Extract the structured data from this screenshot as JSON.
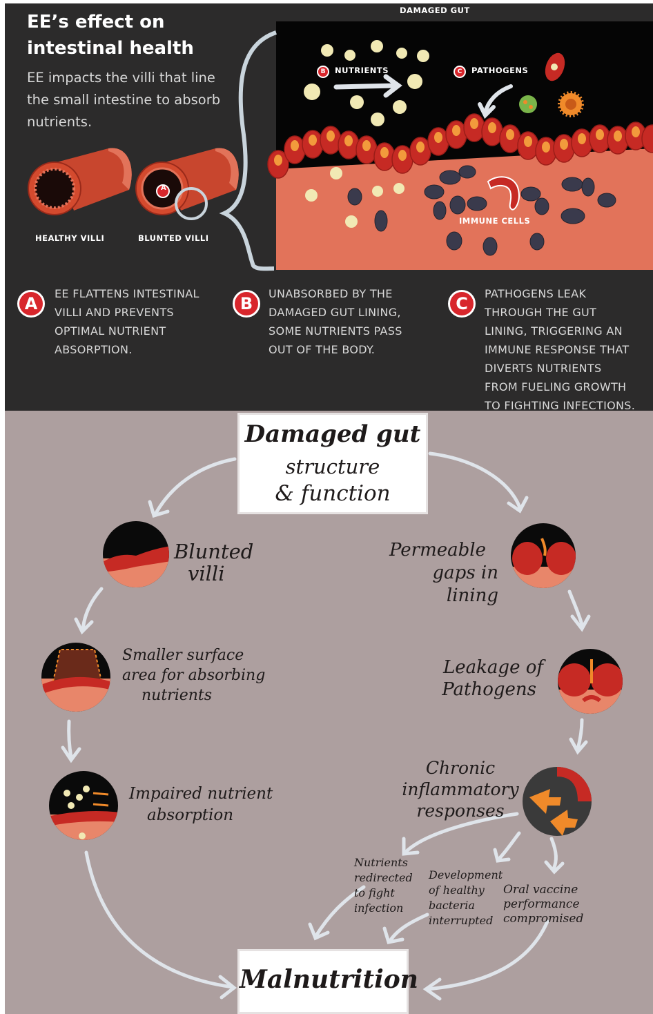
{
  "top": {
    "title_line1": "EE’s effect on",
    "title_line2": "intestinal health",
    "subtitle": "EE impacts the villi that line the small intestine to absorb nutrients.",
    "label_healthy": "HEALTHY VILLI",
    "label_blunted": "BLUNTED VILLI",
    "label_damaged_gut": "DAMAGED GUT",
    "label_nutrients": "NUTRIENTS",
    "label_pathogens": "PATHOGENS",
    "label_immune_cells": "IMMUNE CELLS",
    "marker_a": "A",
    "marker_b": "B",
    "marker_c": "C",
    "explanations": [
      {
        "letter": "A",
        "lines": [
          "EE FLATTENS INTESTINAL",
          "VILLI AND PREVENTS",
          "OPTIMAL NUTRIENT",
          "ABSORPTION."
        ]
      },
      {
        "letter": "B",
        "lines": [
          "UNABSORBED BY THE",
          "DAMAGED GUT LINING,",
          "SOME NUTRIENTS PASS",
          "OUT OF THE BODY."
        ]
      },
      {
        "letter": "C",
        "lines": [
          "PATHOGENS LEAK",
          "THROUGH THE GUT",
          "LINING, TRIGGERING AN",
          "IMMUNE RESPONSE THAT",
          "DIVERTS NUTRIENTS",
          "FROM FUELING GROWTH",
          "TO FIGHTING INFECTIONS."
        ]
      }
    ]
  },
  "bottom": {
    "start_line1": "Damaged gut",
    "start_line2": "structure",
    "start_line3": "& function",
    "left_steps": [
      {
        "lines": [
          "Blunted",
          "villi"
        ]
      },
      {
        "lines": [
          "Smaller surface",
          "area for absorbing",
          "nutrients"
        ]
      },
      {
        "lines": [
          "Impaired nutrient",
          "absorption"
        ]
      }
    ],
    "right_steps": [
      {
        "lines": [
          "Permeable",
          "gaps in lining"
        ]
      },
      {
        "lines": [
          "Leakage of",
          "Pathogens"
        ]
      },
      {
        "lines": [
          "Chronic",
          "inflammatory",
          "responses"
        ]
      }
    ],
    "consequences": [
      {
        "lines": [
          "Nutrients",
          "redirected",
          "to fight",
          "infection"
        ]
      },
      {
        "lines": [
          "Development",
          "of healthy",
          "bacteria",
          "interrupted"
        ]
      },
      {
        "lines": [
          "Oral vaccine",
          "performance",
          "compromised"
        ]
      }
    ],
    "end_label": "Malnutrition"
  },
  "colors": {
    "dark_bg": "#2c2b2b",
    "mauve_bg": "#ad9f9f",
    "badge_red": "#d8262c",
    "tissue_orange": "#e2735a",
    "villi_red": "#c62a24",
    "nutrient_yellow": "#f1e9b4",
    "immune_cell": "#3a3a4c",
    "pathogen_green": "#7ab44a",
    "pathogen_orange": "#f08a2a",
    "arrow_light": "#dfe4ea"
  },
  "icons": [
    "healthy-villi-tube-icon",
    "blunted-villi-tube-icon",
    "nutrient-dot-icon",
    "pathogen-bacterium-icon",
    "pathogen-virus-icon",
    "pathogen-spiky-icon",
    "immune-cell-icon",
    "flow-arrow-icon"
  ]
}
